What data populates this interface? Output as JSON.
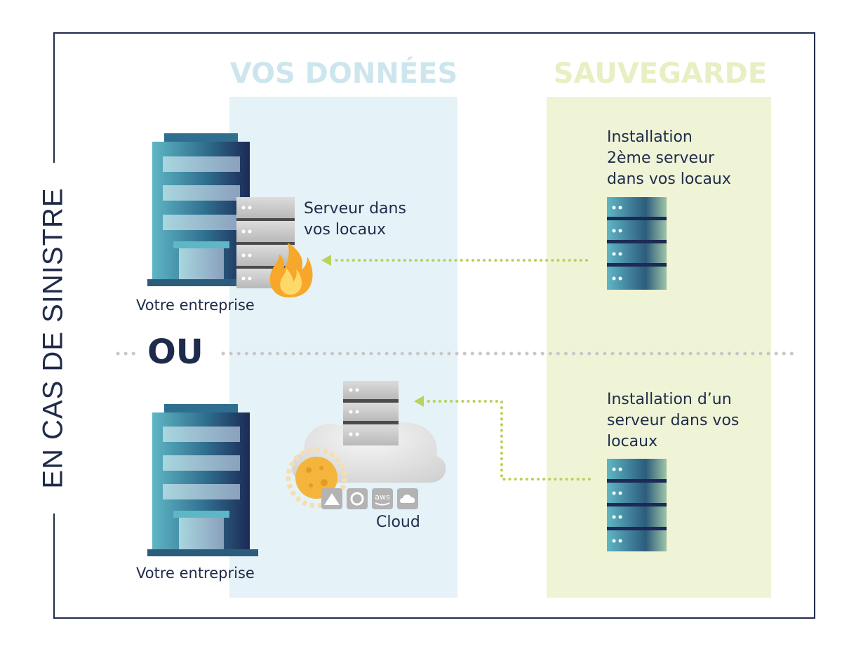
{
  "side_title": "EN CAS DE SINISTRE",
  "columns": {
    "data_title": "VOS DONNÉES",
    "save_title": "SAUVEGARDE"
  },
  "top": {
    "company_label": "Votre entreprise",
    "server_label_line1": "Serveur dans",
    "server_label_line2": "vos locaux",
    "backup_line1": "Installation",
    "backup_line2": "2ème serveur",
    "backup_line3": "dans vos locaux"
  },
  "separator": "OU",
  "bottom": {
    "company_label": "Votre entreprise",
    "cloud_label": "Cloud",
    "backup_line1": "Installation d’un",
    "backup_line2": "serveur dans vos",
    "backup_line3": "locaux",
    "provider_icons": [
      "google-drive-icon",
      "google-cloud-icon",
      "aws-icon",
      "cloud-icon"
    ],
    "aws_text": "aws"
  },
  "colors": {
    "navy": "#1f2b4a",
    "data_bg": "#e5f2f7",
    "save_bg": "#eff4d6",
    "arrow": "#b8d25a",
    "fire": "#f7a82a",
    "virus": "#f4b53c"
  }
}
